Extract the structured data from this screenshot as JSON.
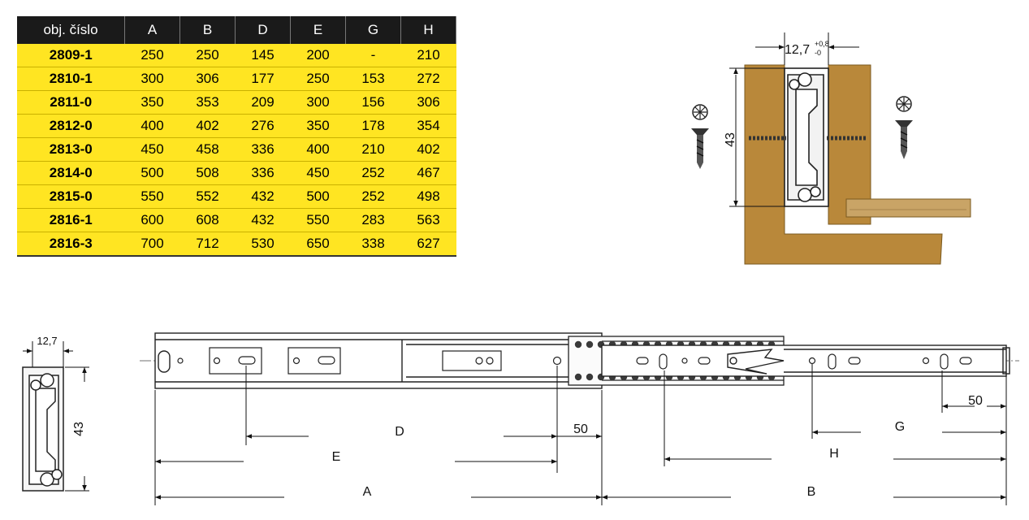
{
  "table": {
    "headers": [
      "obj. číslo",
      "A",
      "B",
      "D",
      "E",
      "G",
      "H"
    ],
    "rows": [
      [
        "2809-1",
        "250",
        "250",
        "145",
        "200",
        "-",
        "210"
      ],
      [
        "2810-1",
        "300",
        "306",
        "177",
        "250",
        "153",
        "272"
      ],
      [
        "2811-0",
        "350",
        "353",
        "209",
        "300",
        "156",
        "306"
      ],
      [
        "2812-0",
        "400",
        "402",
        "276",
        "350",
        "178",
        "354"
      ],
      [
        "2813-0",
        "450",
        "458",
        "336",
        "400",
        "210",
        "402"
      ],
      [
        "2814-0",
        "500",
        "508",
        "336",
        "450",
        "252",
        "467"
      ],
      [
        "2815-0",
        "550",
        "552",
        "432",
        "500",
        "252",
        "498"
      ],
      [
        "2816-1",
        "600",
        "608",
        "432",
        "550",
        "283",
        "563"
      ],
      [
        "2816-3",
        "700",
        "712",
        "530",
        "650",
        "338",
        "627"
      ]
    ]
  },
  "mount_diagram": {
    "width_label": "12,7",
    "tol_upper": "+0,8",
    "tol_lower": "-0",
    "height_label": "43"
  },
  "profile_diagram": {
    "width_label": "12,7",
    "height_label": "43"
  },
  "slide_diagram": {
    "dim_D": "D",
    "dim_E": "E",
    "dim_A": "A",
    "dim_B": "B",
    "dim_G": "G",
    "dim_H": "H",
    "dim_50_left": "50",
    "dim_50_right": "50"
  },
  "colors": {
    "header_bg": "#1a1a1a",
    "row_bg": "#ffe522",
    "wood": "#b9883a"
  }
}
